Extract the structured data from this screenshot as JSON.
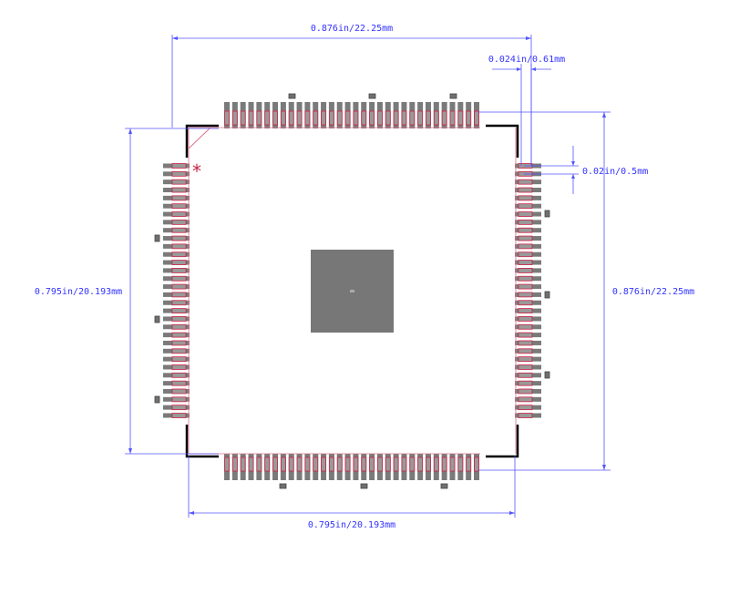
{
  "footprint": {
    "pins_per_side": 32,
    "pin1_marker": "*",
    "colors": {
      "pad": "#7a7a7a",
      "outline": "#cc2244",
      "silk": "#000000",
      "dim": "#5555ff",
      "dim_text": "#3333ff"
    }
  },
  "dimensions": {
    "top_width": "0.876in/22.25mm",
    "pitch_h": "0.024in/0.61mm",
    "pitch_v": "0.02in/0.5mm",
    "left_height": "0.795in/20.193mm",
    "right_height": "0.876in/22.25mm",
    "bottom_width": "0.795in/20.193mm"
  }
}
